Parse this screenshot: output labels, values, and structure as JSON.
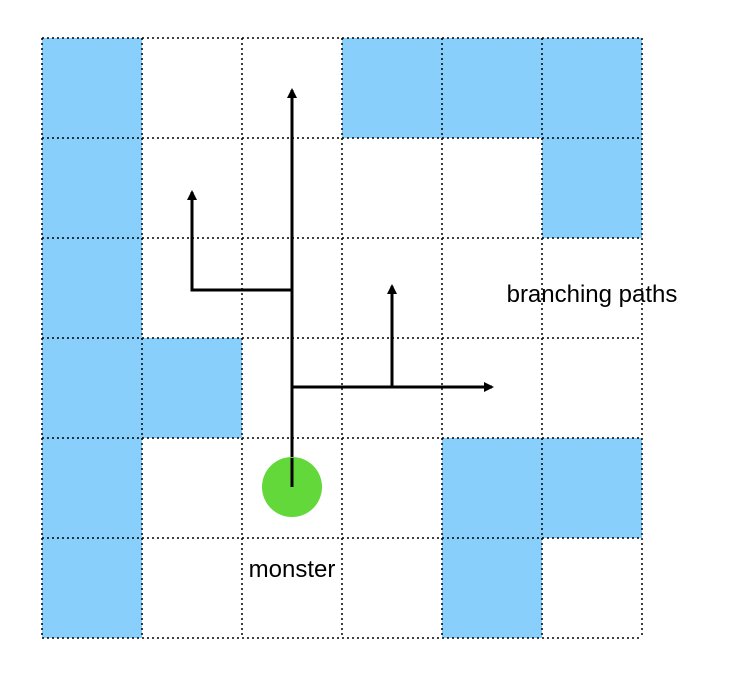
{
  "grid": {
    "rows": 6,
    "cols": 6,
    "blocked_cells": [
      [
        0,
        0
      ],
      [
        0,
        3
      ],
      [
        0,
        4
      ],
      [
        0,
        5
      ],
      [
        1,
        0
      ],
      [
        1,
        5
      ],
      [
        2,
        0
      ],
      [
        3,
        0
      ],
      [
        3,
        1
      ],
      [
        4,
        0
      ],
      [
        4,
        4
      ],
      [
        4,
        5
      ],
      [
        5,
        0
      ],
      [
        5,
        4
      ]
    ]
  },
  "colors": {
    "blocked": "#89cffc",
    "grid_line": "#000000",
    "monster": "#63d83a",
    "arrow": "#000000",
    "background": "#ffffff"
  },
  "labels": {
    "monster": "monster",
    "branching": "branching paths"
  },
  "icons": {
    "monster": "green-circle",
    "path": "arrow"
  }
}
